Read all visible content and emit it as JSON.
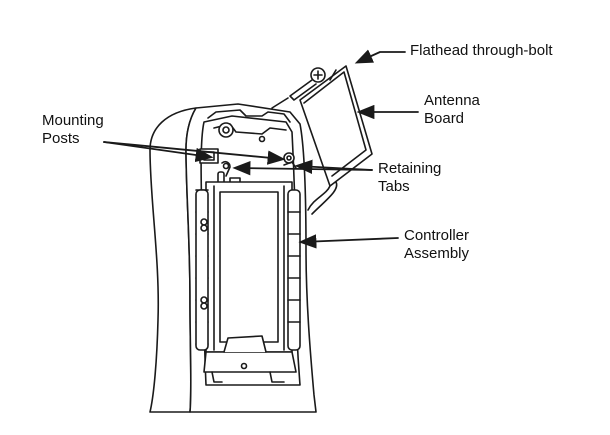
{
  "labels": {
    "flathead_bolt": "Flathead through-bolt",
    "antenna_line1": "Antenna",
    "antenna_line2": "Board",
    "mounting_line1": "Mounting",
    "mounting_line2": "Posts",
    "retaining_line1": "Retaining",
    "retaining_line2": "Tabs",
    "controller_line1": "Controller",
    "controller_line2": "Assembly"
  },
  "colors": {
    "stroke": "#1a1a1a",
    "fill": "#ffffff",
    "shade": "#d9d9d9"
  }
}
